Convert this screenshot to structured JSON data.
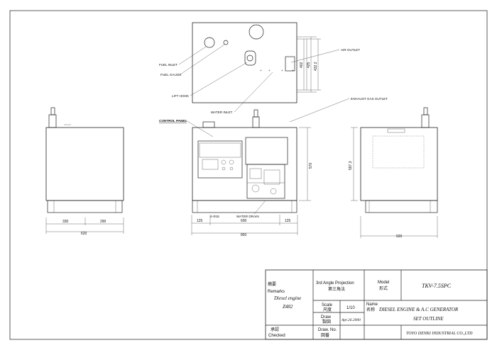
{
  "callouts": {
    "fuel_inlet": "FUEL INLET",
    "fuel_gauge": "FUEL GAUGE",
    "lift_hook": "LIFT HOOK",
    "water_inlet": "WATER INLET",
    "control_panel": "CONTROL PANEL",
    "air_outlet": "AIR OUTLET",
    "exhaust_gas_outlet": "EXHAUST GAS OUTLET",
    "water_drain": "WATER DRAIN",
    "holes": "4-Φ15"
  },
  "dimensions": {
    "top_402": "402",
    "top_425": "425",
    "top_432": "432.2",
    "left_330": "330",
    "left_290": "290",
    "left_620": "620",
    "front_125a": "125",
    "front_600": "600",
    "front_125b": "125",
    "front_850": "850",
    "front_570": "570",
    "right_597": "597.3",
    "right_620": "620"
  },
  "title_block": {
    "remarks_jp": "摘要",
    "remarks_en": "Remarks",
    "engine_label": "Diesel engine",
    "engine_model": "Z482",
    "projection_en": "3rd Angle Projection",
    "projection_jp": "第三角法",
    "model_en": "Model",
    "model_jp": "形式",
    "model_value": "TKV-7.5SPC",
    "scale_en": "Scale",
    "scale_jp": "尺度",
    "scale_value": "1/10",
    "name_en": "Name",
    "name_jp": "名称",
    "name_value_1": "DIESEL ENGINE & A.C GENERATOR",
    "name_value_2": "SET OUTLINE",
    "draw_en": "Draw",
    "draw_jp": "製図",
    "draw_date": "Apr.26.2000",
    "checked_jp": "承認",
    "checked_en": "Checked",
    "drawno_en": "Draw. No.",
    "drawno_jp": "図番",
    "company": "TOYO DENKI INDUSTRIAL CO.,LTD"
  }
}
